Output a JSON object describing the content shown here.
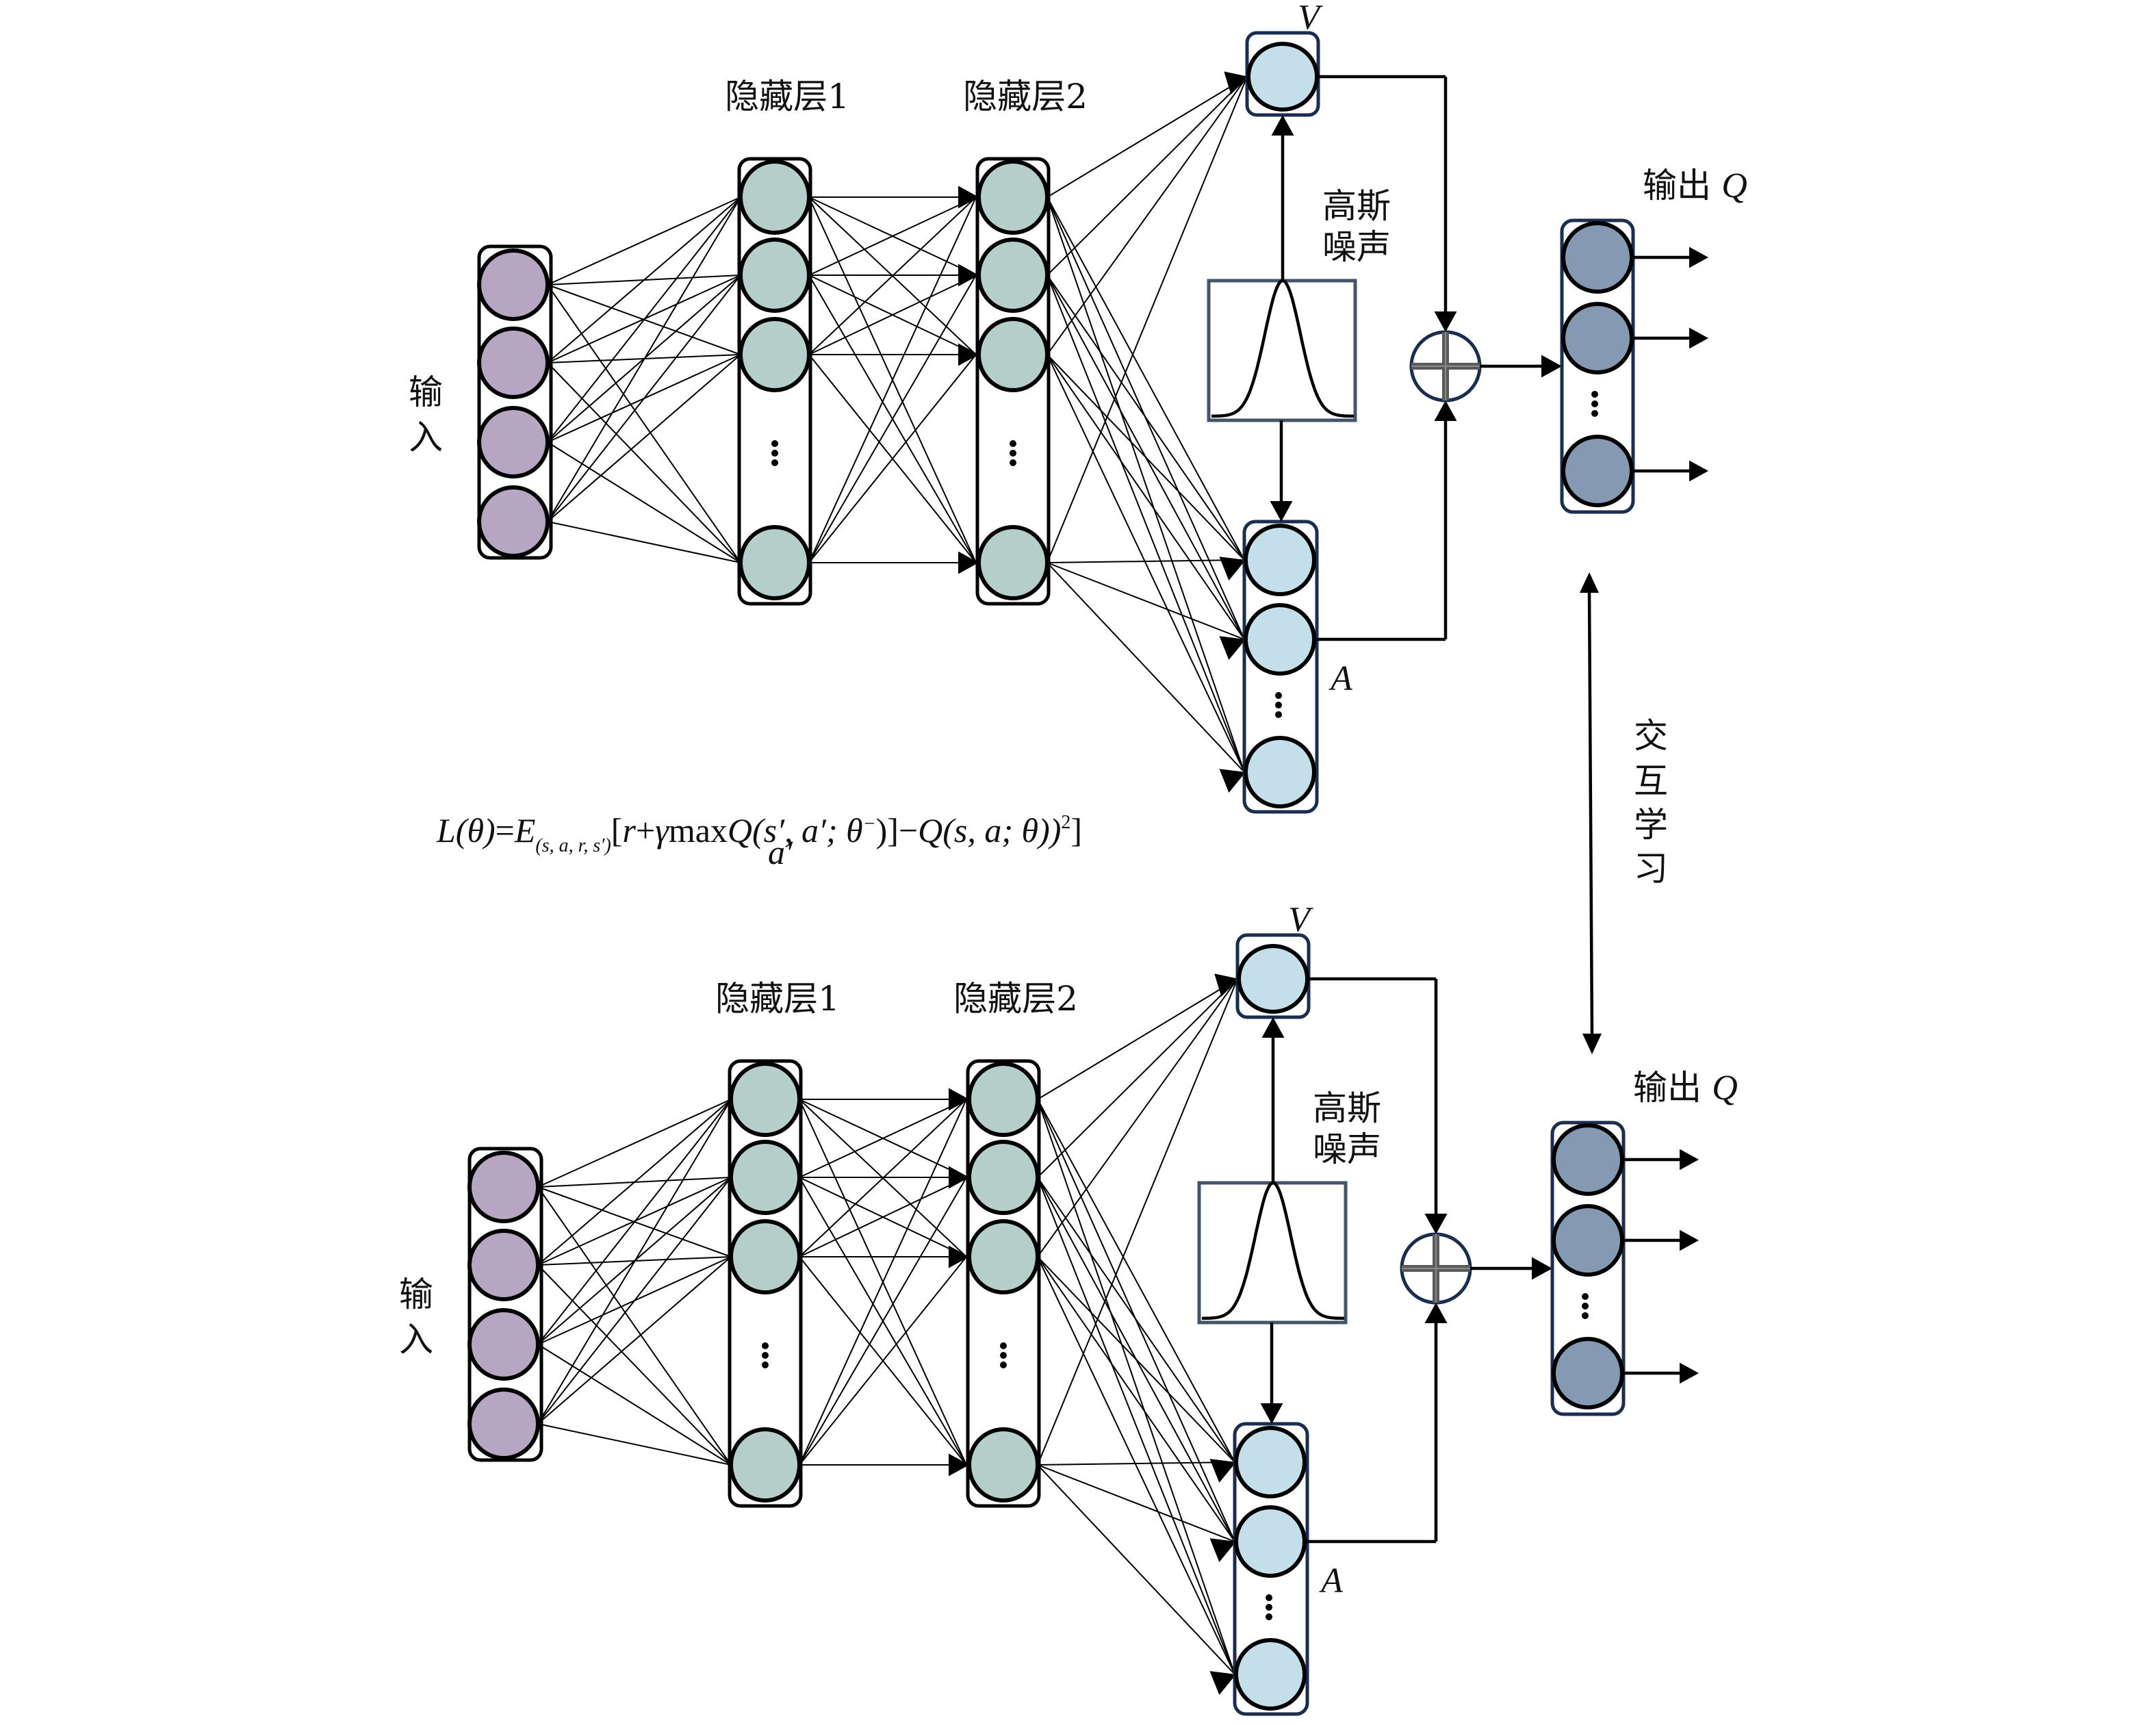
{
  "diagram": {
    "title": "Dueling DQN with Gaussian noise, two interacting networks",
    "colors": {
      "input_node": "#b7a6c2",
      "hidden_node": "#b5cec9",
      "va_node": "#c4dfe9",
      "output_node": "#8599b2",
      "box_navy": "#1c2e4f",
      "gauss_box": "#44546a",
      "plus_gray": "#5a5a5a"
    },
    "labels": {
      "input": [
        "输",
        "入"
      ],
      "hidden1": "隐藏层1",
      "hidden2": "隐藏层2",
      "value": "V",
      "advantage": "A",
      "gauss_noise": [
        "高斯",
        "噪声"
      ],
      "output": "输出",
      "output_symbol": "Q",
      "interaction": [
        "交",
        "互",
        "学",
        "习"
      ]
    },
    "formula": {
      "lhs": "L(θ)",
      "eq": "=",
      "expect": "E",
      "expect_sub": "(s, a, r, s′)",
      "bracket_open": "[",
      "r": "r",
      "plus": "+",
      "gamma": "γ",
      "max": "max",
      "max_sub": "a′",
      "target_q": "Q(s′, a′; θ",
      "target_sup": "−",
      "target_close": ")]",
      "minus": "−",
      "q": "Q(s, a; θ))",
      "pow": "2",
      "bracket_close": "]"
    },
    "networks": [
      {
        "name": "upper",
        "input_nodes": 4,
        "hidden1_nodes_visible": 4,
        "hidden2_nodes_visible": 4,
        "a_nodes_visible": 3,
        "v_nodes": 1,
        "output_nodes_visible": 3
      },
      {
        "name": "lower",
        "input_nodes": 4,
        "hidden1_nodes_visible": 4,
        "hidden2_nodes_visible": 4,
        "a_nodes_visible": 3,
        "v_nodes": 1,
        "output_nodes_visible": 3
      }
    ]
  }
}
